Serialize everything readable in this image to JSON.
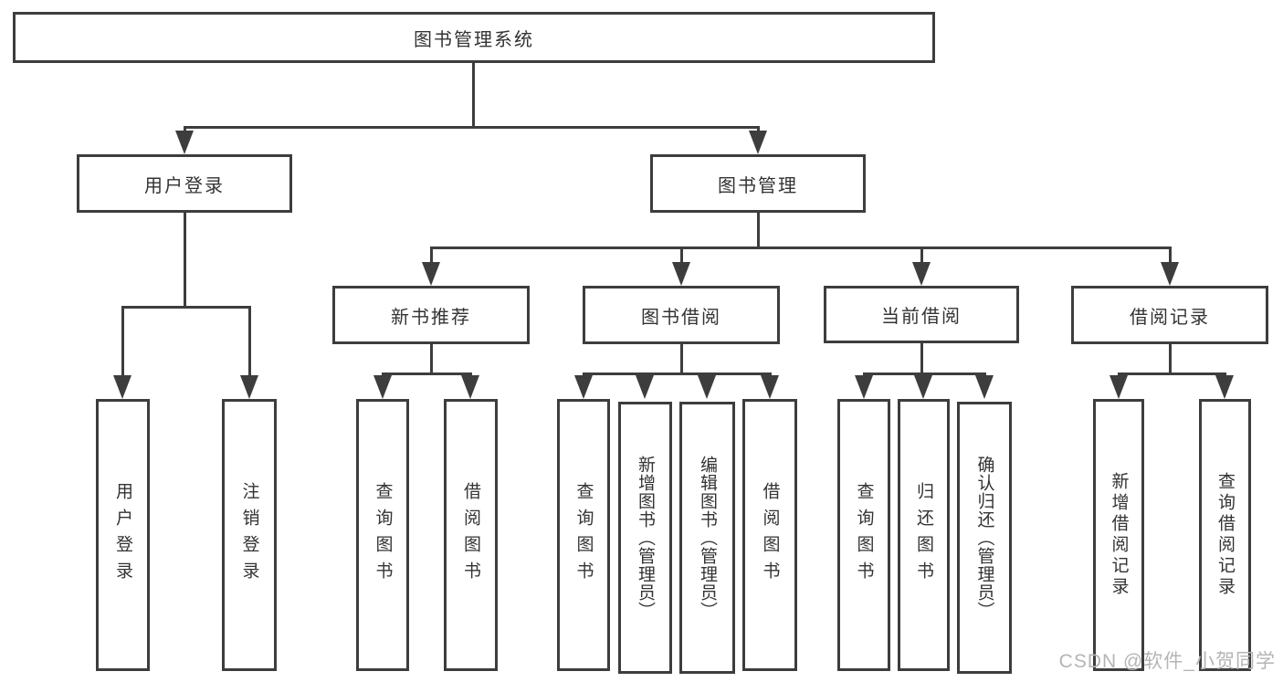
{
  "colors": {
    "line": "#3d3d3d",
    "box_border": "#3d3d3d",
    "box_background": "#ffffff",
    "text": "#333333",
    "watermark_text_color": "#b5b5b5"
  },
  "tree": {
    "root": {
      "label": "图书管理系统"
    },
    "level2": [
      {
        "label": "用户登录"
      },
      {
        "label": "图书管理"
      }
    ],
    "level3": [
      {
        "label": "新书推荐"
      },
      {
        "label": "图书借阅"
      },
      {
        "label": "当前借阅"
      },
      {
        "label": "借阅记录"
      }
    ],
    "leaves": {
      "user_login": [
        "用户登录",
        "注销登录"
      ],
      "new_book_rec": [
        "查询图书",
        "借阅图书"
      ],
      "book_borrow": [
        "查询图书",
        "新增图书（管理员）",
        "编辑图书（管理员）",
        "借阅图书"
      ],
      "current_borrow": [
        "查询图书",
        "归还图书",
        "确认归还（管理员）"
      ],
      "borrow_records": [
        "新增借阅记录",
        "查询借阅记录"
      ]
    }
  },
  "watermark": {
    "text": "CSDN @软件_小贺同学"
  }
}
